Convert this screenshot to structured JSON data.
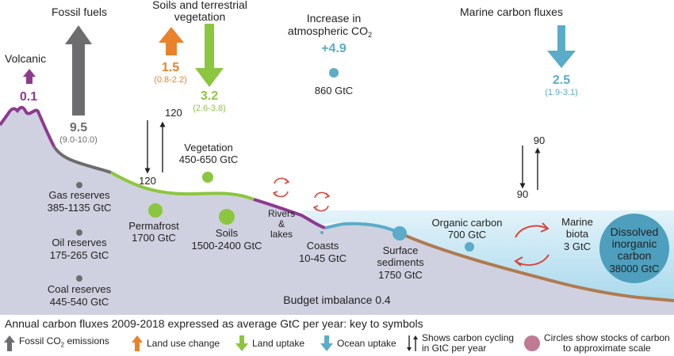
{
  "fluxes": {
    "volcanic": {
      "label": "Volcanic",
      "value": "0.1"
    },
    "fossil": {
      "label": "Fossil fuels",
      "value": "9.5",
      "range": "(9.0-10.0)"
    },
    "soils_veg": {
      "label_line1": "Soils and terrestrial",
      "label_line2": "vegetation"
    },
    "land_use": {
      "value": "1.5",
      "range": "(0.8-2.2)"
    },
    "land_uptake": {
      "value": "3.2",
      "range": "(2.6-3.8)"
    },
    "atmosphere": {
      "label_line1": "Increase in",
      "label_line2": "atmospheric CO",
      "label_sub": "2",
      "value": "+4.9",
      "stock": "860 GtC"
    },
    "marine": {
      "label": "Marine carbon fluxes",
      "value": "2.5",
      "range": "(1.9-3.1)"
    }
  },
  "cycling": {
    "land": {
      "down": "120",
      "up": "120"
    },
    "ocean": {
      "up": "90",
      "down": "90"
    }
  },
  "stocks": {
    "gas": {
      "name": "Gas reserves",
      "value": "385-1135 GtC"
    },
    "oil": {
      "name": "Oil reserves",
      "value": "175-265 GtC"
    },
    "coal": {
      "name": "Coal reserves",
      "value": "445-540 GtC"
    },
    "vegetation": {
      "name": "Vegetation",
      "value": "450-650 GtC"
    },
    "permafrost": {
      "name": "Permafrost",
      "value": "1700 GtC"
    },
    "soils": {
      "name": "Soils",
      "value": "1500-2400 GtC"
    },
    "rivers": {
      "line1": "Rivers",
      "line2": "&",
      "line3": "lakes"
    },
    "coasts": {
      "name": "Coasts",
      "value": "10-45 GtC"
    },
    "sediments": {
      "name_line1": "Surface",
      "name_line2": "sediments",
      "value": "1750 GtC"
    },
    "organic": {
      "name": "Organic carbon",
      "value": "700 GtC"
    },
    "marine_biota": {
      "line1": "Marine",
      "line2": "biota",
      "value": "3 GtC"
    },
    "dic": {
      "line1": "Dissolved",
      "line2": "inorganic",
      "line3": "carbon",
      "value": "38000 GtC"
    }
  },
  "budget": "Budget imbalance 0.4",
  "legend": {
    "title": "Annual carbon fluxes 2009-2018 expressed as average GtC per year: key to symbols",
    "fossil": "Fossil CO",
    "fossil_sub": "2",
    "fossil_suffix": " emissions",
    "land_use": "Land use change",
    "land_uptake": "Land uptake",
    "ocean_uptake": "Ocean uptake",
    "cycling_line1": "Shows carbon cycling",
    "cycling_line2": "in GtC per year",
    "circles_line1": "Circles show stocks of carbon",
    "circles_line2": "to approximate scale"
  },
  "colors": {
    "fossil": "#6d6d6f",
    "land_use": "#e9822a",
    "land_uptake": "#8cc63f",
    "ocean": "#5aacc9",
    "volcanic": "#8e3a8e",
    "sediment": "#b07a4f",
    "ground": "#cfd1e0",
    "stock_circle": "#c07a93"
  }
}
